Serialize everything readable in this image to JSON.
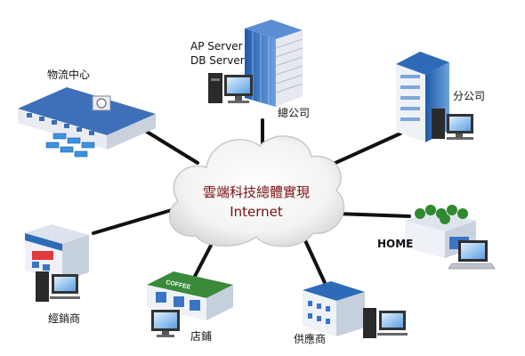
{
  "cloud": {
    "title": "雲端科技總體實現",
    "subtitle": "Internet"
  },
  "nodes": {
    "hq": {
      "label": "總公司",
      "server_line1": "AP Server",
      "server_line2": "DB Server"
    },
    "logistics": {
      "label": "物流中心"
    },
    "branch": {
      "label": "分公司"
    },
    "home": {
      "label": "HOME"
    },
    "dealer": {
      "label": "經銷商"
    },
    "store": {
      "label": "店鋪",
      "sign": "COFFEE"
    },
    "supplier": {
      "label": "供應商"
    }
  },
  "colors": {
    "connector": "#111111",
    "cloud_text": "#7a1010",
    "building_blue": "#2d6bb8",
    "roof_green": "#3a8a3a"
  }
}
